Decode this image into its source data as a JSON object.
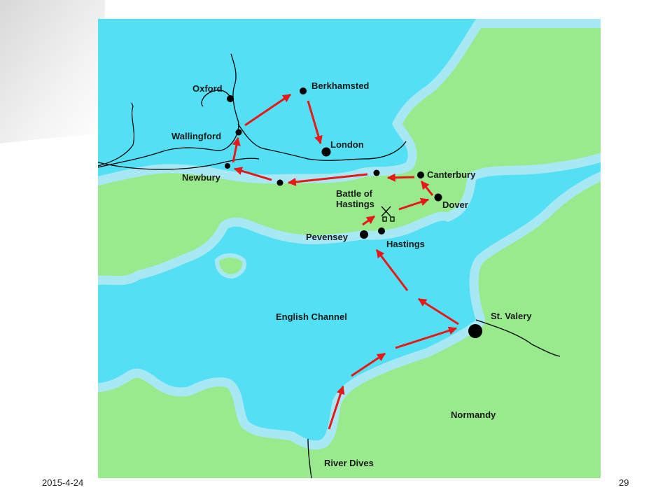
{
  "slide": {
    "date": "2015-4-24",
    "page_number": "29"
  },
  "map": {
    "colors": {
      "land": "#98EA8C",
      "sea": "#54E0F4",
      "coast_glow": "#A8E8F4",
      "arrow": "#E81818",
      "line": "#000000"
    },
    "places": {
      "oxford": "Oxford",
      "berkhamsted": "Berkhamsted",
      "wallingford": "Wallingford",
      "london": "London",
      "newbury": "Newbury",
      "canterbury": "Canterbury",
      "battle_of_hastings": "Battle of Hastings",
      "dover": "Dover",
      "pevensey": "Pevensey",
      "hastings": "Hastings",
      "english_channel": "English Channel",
      "st_valery": "St. Valery",
      "normandy": "Normandy",
      "river_dives": "River Dives"
    },
    "route_description": "Arrows from River Dives to St. Valery, across the channel to Pevensey, then Hastings, Dover, Canterbury, westward to Newbury, Wallingford, Berkhamsted and London"
  }
}
